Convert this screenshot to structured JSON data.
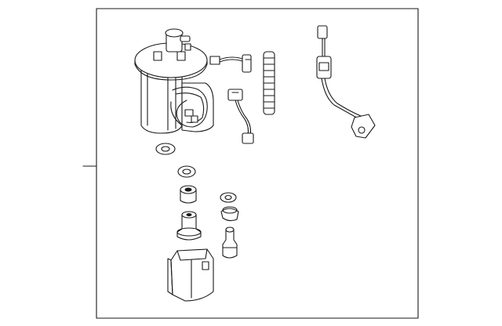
{
  "diagram": {
    "kind": "exploded parts illustration",
    "callout_labels": [],
    "parts": [
      "fuel-pump-module",
      "pump-wire-harness",
      "fuel-level-sensor-harness",
      "fuel-hose",
      "sender-wire-harness",
      "gasket",
      "washer",
      "bushing",
      "damper",
      "small-washer",
      "clip-cap",
      "pressure-regulator",
      "module-bracket"
    ]
  },
  "colors": {
    "line": "#1a1a1a",
    "background": "#ffffff"
  }
}
